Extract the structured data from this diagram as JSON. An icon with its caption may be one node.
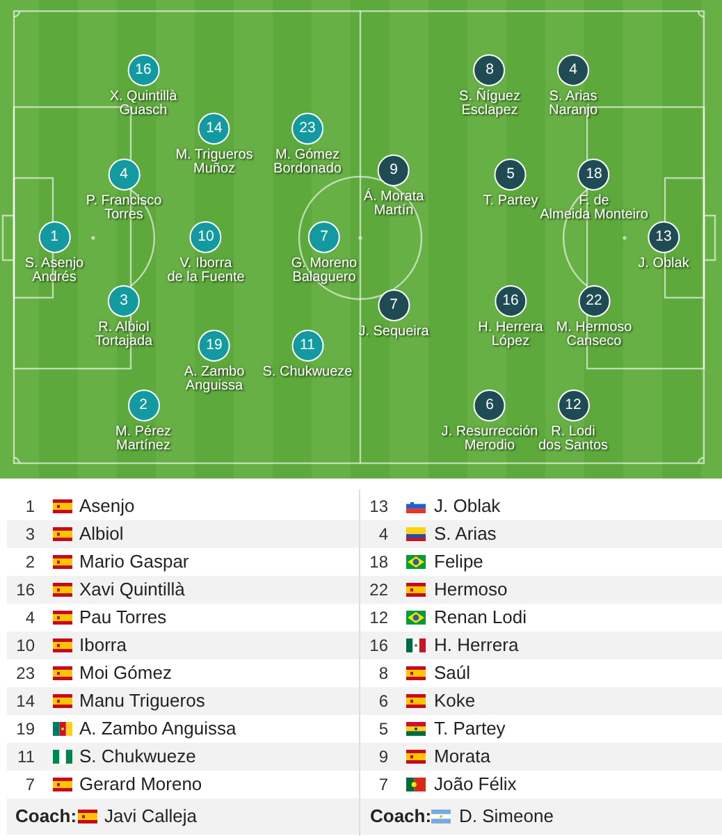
{
  "diagram": {
    "nodes": [
      {
        "text": [
          "16",
          "X. Quintillà Guasch"
        ]
      },
      {
        "text": [
          "14",
          "M. Trigueros Muñoz"
        ]
      },
      {
        "text": [
          "23",
          "M. Gómez Bordonado"
        ]
      },
      {
        "text": [
          "4",
          "P. Francisco Torres"
        ]
      },
      {
        "text": [
          "1",
          "S. Asenjo Andrés"
        ]
      },
      {
        "text": [
          "10",
          "V. Iborra de la Fuente"
        ]
      },
      {
        "text": [
          "7",
          "G. Moreno Balaguero"
        ]
      },
      {
        "text": [
          "3",
          "R. Albiol Tortajada"
        ]
      },
      {
        "text": [
          "19",
          "A. Zambo Anguissa"
        ]
      },
      {
        "text": [
          "11",
          "S. Chukwueze"
        ]
      },
      {
        "text": [
          "2",
          "M. Pérez Martínez"
        ]
      },
      {
        "text": [
          "8",
          "S. Ñíguez Esclapez"
        ]
      },
      {
        "text": [
          "4",
          "S. Arias Naranjo"
        ]
      },
      {
        "text": [
          "9",
          "Á. Morata Martín"
        ]
      },
      {
        "text": [
          "5",
          "T. Partey"
        ]
      },
      {
        "text": [
          "18",
          "F. de Almeida Monteiro"
        ]
      },
      {
        "text": [
          "13",
          "J. Oblak"
        ]
      },
      {
        "text": [
          "7",
          "J. Sequeira"
        ]
      },
      {
        "text": [
          "16",
          "H. Herrera López"
        ]
      },
      {
        "text": [
          "22",
          "M. Hermoso Canseco"
        ]
      },
      {
        "text": [
          "6",
          "J. Resurrección Merodio"
        ]
      },
      {
        "text": [
          "12",
          "R. Lodi dos Santos"
        ]
      }
    ],
    "labels": [
      "1",
      "Asenjo",
      "13",
      "J. Oblak",
      "3",
      "Albiol",
      "4",
      "S. Arias",
      "2",
      "Mario Gaspar",
      "18",
      "Felipe",
      "16",
      "Xavi Quintillà",
      "22",
      "Hermoso",
      "4",
      "Pau Torres",
      "12",
      "Renan Lodi",
      "10",
      "Iborra",
      "16",
      "H. Herrera",
      "23",
      "Moi Gómez",
      "8",
      "Saúl",
      "14",
      "Manu Trigueros",
      "6",
      "Koke",
      "19",
      "A. Zambo Anguissa",
      "5",
      "T. Partey",
      "11",
      "S. Chukwueze",
      "9",
      "Morata",
      "7",
      "Gerard Moreno",
      "7",
      "João Félix",
      "Coach:",
      "Javi Calleja",
      "Coach:",
      "D. Simeone"
    ]
  }
}
